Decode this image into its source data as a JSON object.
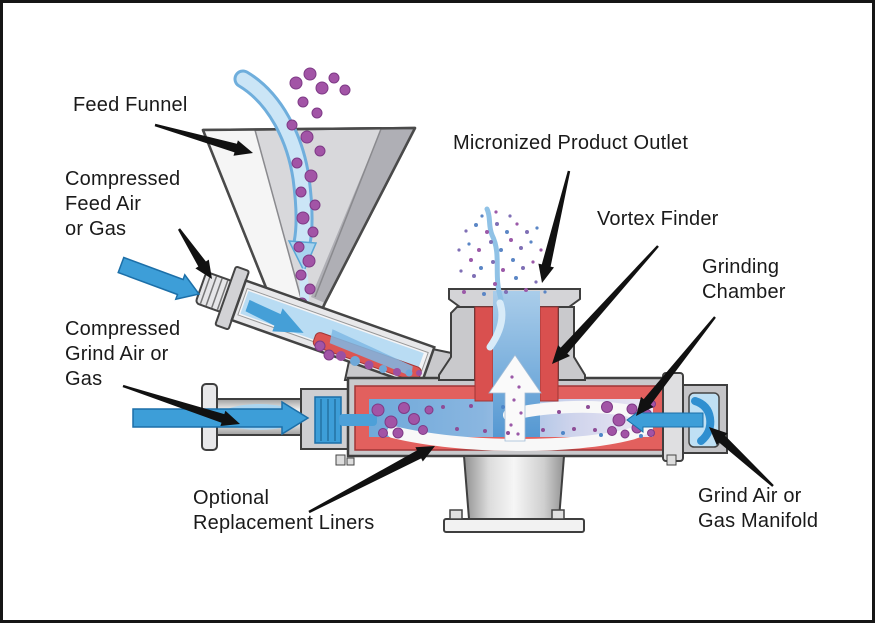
{
  "diagram": {
    "labels": {
      "feed_funnel": "Feed Funnel",
      "compressed_feed": "Compressed\nFeed Air\nor Gas",
      "compressed_grind": "Compressed\nGrind Air or\nGas",
      "product_outlet": "Micronized Product Outlet",
      "vortex_finder": "Vortex Finder",
      "grinding_chamber": "Grinding\nChamber",
      "liners": "Optional\nReplacement Liners",
      "manifold": "Grind Air or\nGas Manifold"
    },
    "colors": {
      "air_blue": "#3D9ED8",
      "stream_light_blue": "#BCDFF4",
      "chamber_blue": "#5C9FD6",
      "liner_red": "#E2605E",
      "liner_dark_red": "#D9504F",
      "particle_purple": "#A254A6",
      "metal_gray": "#C9C9CC",
      "outline_gray": "#3F3F3F",
      "label_text": "#1A1A1A",
      "frame_black": "#161616"
    }
  }
}
